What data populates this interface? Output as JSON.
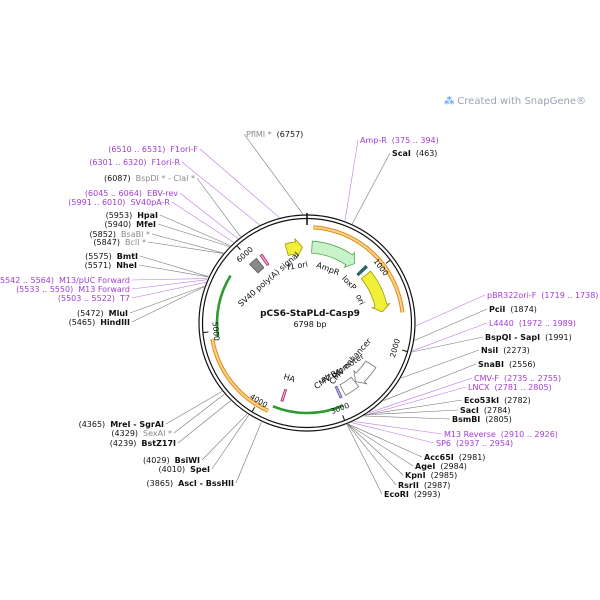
{
  "watermark": "Created with SnapGene®",
  "plasmid": {
    "name": "pCS6-StaPLd-Casp9",
    "length": "6798 bp"
  },
  "ticks": [
    {
      "value": 1000,
      "label": "1000"
    },
    {
      "value": 2000,
      "label": "2000"
    },
    {
      "value": 3000,
      "label": "3000"
    },
    {
      "value": 4000,
      "label": "4000"
    },
    {
      "value": 5000,
      "label": "5000"
    },
    {
      "value": 6000,
      "label": "6000"
    }
  ],
  "features": [
    {
      "name": "f1 ori",
      "start": 6505,
      "end": 6735,
      "color": "#f2ef3a",
      "stroke": "#999900",
      "dir": "cw",
      "kind": "arrow"
    },
    {
      "name": "AmpR",
      "start": 70,
      "end": 730,
      "color": "#c8f2c8",
      "stroke": "#4fa84f",
      "dir": "cw",
      "kind": "arrow"
    },
    {
      "name": "loxP",
      "start": 860,
      "end": 895,
      "color": "#2b6f6a",
      "stroke": "#1f4f4b",
      "dir": "cw",
      "kind": "box"
    },
    {
      "name": "ori",
      "start": 960,
      "end": 1540,
      "color": "#f2ef3a",
      "stroke": "#999900",
      "dir": "cw",
      "kind": "arrow"
    },
    {
      "name": "CMV enhancer",
      "start": 2320,
      "end": 2650,
      "color": "#ffffff",
      "stroke": "#777777",
      "dir": "cw",
      "kind": "arrow"
    },
    {
      "name": "CMV promoter",
      "start": 2660,
      "end": 2870,
      "color": "#ffffff",
      "stroke": "#777777",
      "dir": "cw",
      "kind": "box"
    },
    {
      "name": "attB1",
      "start": 2920,
      "end": 2950,
      "color": "#b7b7ee",
      "stroke": "#555599",
      "dir": "cw",
      "kind": "box"
    },
    {
      "name": "HA",
      "start": 3720,
      "end": 3750,
      "color": "#ff99cc",
      "stroke": "#993366",
      "dir": "cw",
      "kind": "box"
    },
    {
      "name": "SV40 poly(A) signal",
      "start": 5960,
      "end": 6080,
      "color": "#8a8a8a",
      "stroke": "#555555",
      "dir": "cw",
      "kind": "box"
    },
    {
      "name": "pink-box",
      "start": 6140,
      "end": 6175,
      "color": "#ff99cc",
      "stroke": "#993366",
      "dir": "cw",
      "kind": "box"
    }
  ],
  "orange_arcs": [
    {
      "start": 70,
      "end": 1580
    },
    {
      "start": 3850,
      "end": 4920
    }
  ],
  "green_arcs": [
    {
      "start": 2955,
      "end": 3820,
      "dir": "ccw"
    },
    {
      "start": 4930,
      "end": 5700,
      "dir": "ccw"
    }
  ],
  "sites": [
    {
      "text": "Amp-R",
      "pos": "(375 .. 394)",
      "color": "purple",
      "bp": 385
    },
    {
      "text": "ScaI",
      "pos": "(463)",
      "color": "bold",
      "bp": 463
    },
    {
      "text": "PflMI *",
      "pos": "(6757)",
      "color": "grey",
      "bp": 6757
    },
    {
      "text": "F1ori-F",
      "pos": "(6510 .. 6531)",
      "color": "purple",
      "bp": 6520
    },
    {
      "text": "F1ori-R",
      "pos": "(6301 .. 6320)",
      "color": "purple",
      "bp": 6310
    },
    {
      "text": "BspDI * - ClaI *",
      "pos": "(6087)",
      "color": "grey",
      "bp": 6087
    },
    {
      "text": "EBV-rev",
      "pos": "(6045 .. 6064)",
      "color": "purple",
      "bp": 6055
    },
    {
      "text": "SV40pA-R",
      "pos": "(5991 .. 6010)",
      "color": "purple",
      "bp": 6000
    },
    {
      "text": "HpaI",
      "pos": "(5953)",
      "color": "bold",
      "bp": 5953
    },
    {
      "text": "MfeI",
      "pos": "(5940)",
      "color": "bold",
      "bp": 5940
    },
    {
      "text": "BsaBI *",
      "pos": "(5852)",
      "color": "grey",
      "bp": 5852
    },
    {
      "text": "BclI *",
      "pos": "(5847)",
      "color": "grey",
      "bp": 5847
    },
    {
      "text": "BmtI",
      "pos": "(5575)",
      "color": "bold",
      "bp": 5575
    },
    {
      "text": "NheI",
      "pos": "(5571)",
      "color": "bold",
      "bp": 5571
    },
    {
      "text": "M13/pUC Forward",
      "pos": "(5542 .. 5564)",
      "color": "purple",
      "bp": 5553
    },
    {
      "text": "M13 Forward",
      "pos": "(5533 .. 5550)",
      "color": "purple",
      "bp": 5541
    },
    {
      "text": "T7",
      "pos": "(5503 .. 5522)",
      "color": "purple",
      "bp": 5512
    },
    {
      "text": "MluI",
      "pos": "(5472)",
      "color": "bold",
      "bp": 5472
    },
    {
      "text": "HindIII",
      "pos": "(5465)",
      "color": "bold",
      "bp": 5465
    },
    {
      "text": "pBR322ori-F",
      "pos": "(1719 .. 1738)",
      "color": "purple",
      "bp": 1728
    },
    {
      "text": "PciI",
      "pos": "(1874)",
      "color": "bold",
      "bp": 1874
    },
    {
      "text": "L4440",
      "pos": "(1972 .. 1989)",
      "color": "purple",
      "bp": 1980
    },
    {
      "text": "BspQI - SapI",
      "pos": "(1991)",
      "color": "bold",
      "bp": 1991
    },
    {
      "text": "NsiI",
      "pos": "(2273)",
      "color": "bold",
      "bp": 2273
    },
    {
      "text": "SnaBI",
      "pos": "(2556)",
      "color": "bold",
      "bp": 2556
    },
    {
      "text": "CMV-F",
      "pos": "(2735 .. 2755)",
      "color": "purple",
      "bp": 2745
    },
    {
      "text": "LNCX",
      "pos": "(2781 .. 2805)",
      "color": "purple",
      "bp": 2793
    },
    {
      "text": "Eco53kI",
      "pos": "(2782)",
      "color": "bold",
      "bp": 2782
    },
    {
      "text": "SacI",
      "pos": "(2784)",
      "color": "bold",
      "bp": 2784
    },
    {
      "text": "BsmBI",
      "pos": "(2805)",
      "color": "bold",
      "bp": 2805
    },
    {
      "text": "M13 Reverse",
      "pos": "(2910 .. 2926)",
      "color": "purple",
      "bp": 2918
    },
    {
      "text": "SP6",
      "pos": "(2937 .. 2954)",
      "color": "purple",
      "bp": 2945
    },
    {
      "text": "Acc65I",
      "pos": "(2981)",
      "color": "bold",
      "bp": 2981
    },
    {
      "text": "AgeI",
      "pos": "(2984)",
      "color": "bold",
      "bp": 2984
    },
    {
      "text": "KpnI",
      "pos": "(2985)",
      "color": "bold",
      "bp": 2985
    },
    {
      "text": "RsrII",
      "pos": "(2987)",
      "color": "bold",
      "bp": 2987
    },
    {
      "text": "EcoRI",
      "pos": "(2993)",
      "color": "bold",
      "bp": 2993
    },
    {
      "text": "MreI - SgrAI",
      "pos": "(4365)",
      "color": "bold",
      "bp": 4365
    },
    {
      "text": "SexAI *",
      "pos": "(4329)",
      "color": "grey",
      "bp": 4329
    },
    {
      "text": "BstZ17I",
      "pos": "(4239)",
      "color": "bold",
      "bp": 4239
    },
    {
      "text": "BsiWI",
      "pos": "(4029)",
      "color": "bold",
      "bp": 4029
    },
    {
      "text": "SpeI",
      "pos": "(4010)",
      "color": "bold",
      "bp": 4010
    },
    {
      "text": "AscI - BssHII",
      "pos": "(3865)",
      "color": "bold",
      "bp": 3865
    }
  ]
}
